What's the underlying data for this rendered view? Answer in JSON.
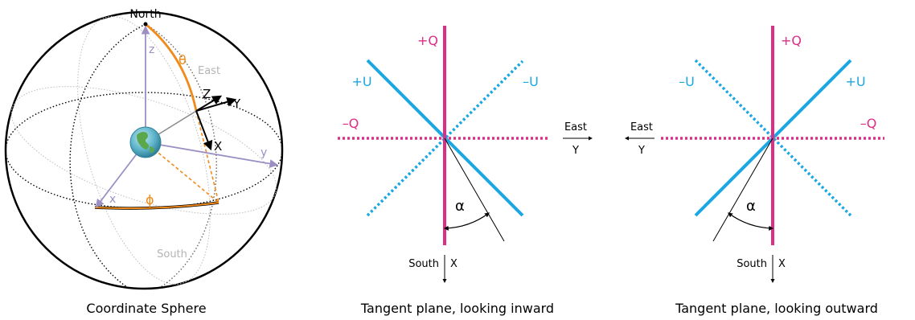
{
  "colors": {
    "orange": "#f28a1a",
    "magenta": "#dd2e86",
    "cyan": "#1ba7e1",
    "lavender": "#9b8fc4",
    "gray_text": "#b4b4b4",
    "black": "#000000"
  },
  "sphere": {
    "caption": "Coordinate Sphere",
    "north": "North",
    "south": "South",
    "east": "East",
    "theta": "θ",
    "phi": "ϕ",
    "axis_z": "z",
    "axis_y": "y",
    "axis_x": "x",
    "local_Z": "Z",
    "local_Y": "Y",
    "local_X": "X",
    "center_icon": "earth-globe-icon"
  },
  "inward": {
    "caption": "Tangent plane, looking inward",
    "plus_q": "+Q",
    "minus_q": "–Q",
    "plus_u": "+U",
    "minus_u": "–U",
    "east": "East",
    "east_axis": "Y",
    "south": "South",
    "south_axis": "X",
    "alpha": "α"
  },
  "outward": {
    "caption": "Tangent plane, looking outward",
    "plus_q": "+Q",
    "minus_q": "–Q",
    "plus_u": "+U",
    "minus_u": "–U",
    "east": "East",
    "east_axis": "Y",
    "south": "South",
    "south_axis": "X",
    "alpha": "α"
  }
}
